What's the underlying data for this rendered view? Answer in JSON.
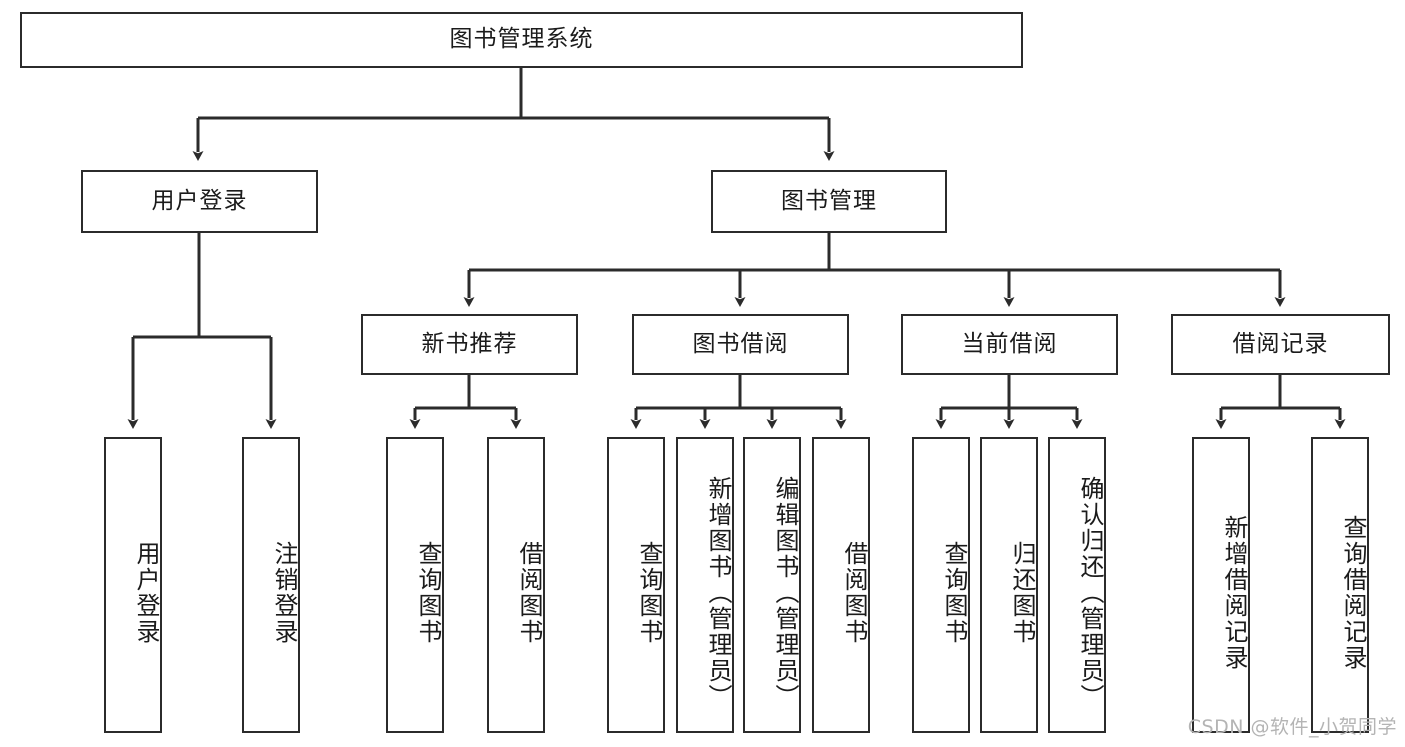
{
  "diagram": {
    "title": "图书管理系统",
    "type": "hierarchy-tree",
    "colors": {
      "stroke": "#2b2b2b",
      "fill": "#ffffff",
      "text": "#1b1b1b",
      "watermark": "#b4b4b4"
    },
    "levels": {
      "root": {
        "label": "图书管理系统"
      },
      "level2": [
        {
          "label": "用户登录"
        },
        {
          "label": "图书管理"
        }
      ],
      "level3": [
        {
          "label": "新书推荐"
        },
        {
          "label": "图书借阅"
        },
        {
          "label": "当前借阅"
        },
        {
          "label": "借阅记录"
        }
      ],
      "leaves": {
        "user_login": [
          {
            "label": "用户登录"
          },
          {
            "label": "注销登录"
          }
        ],
        "new_book_recommend": [
          {
            "label": "查询图书"
          },
          {
            "label": "借阅图书"
          }
        ],
        "book_borrow": [
          {
            "label": "查询图书"
          },
          {
            "label": "新增图书（管理员）"
          },
          {
            "label": "编辑图书（管理员）"
          },
          {
            "label": "借阅图书"
          }
        ],
        "current_borrow": [
          {
            "label": "查询图书"
          },
          {
            "label": "归还图书"
          },
          {
            "label": "确认归还（管理员）"
          }
        ],
        "borrow_record": [
          {
            "label": "新增借阅记录"
          },
          {
            "label": "查询借阅记录"
          }
        ]
      }
    }
  },
  "watermark": {
    "text": "CSDN @软件_小贺同学"
  }
}
